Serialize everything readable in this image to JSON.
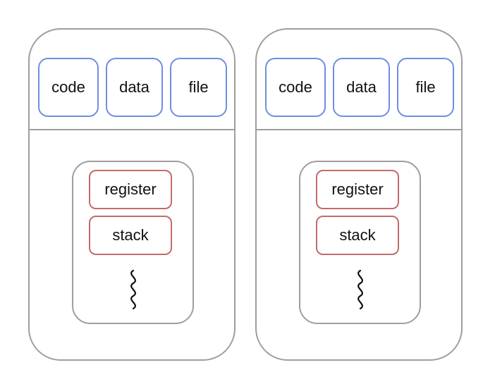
{
  "diagram": {
    "processes": [
      {
        "resources": [
          "code",
          "data",
          "file"
        ],
        "thread": {
          "register_label": "register",
          "stack_label": "stack",
          "icon": "squiggle-icon"
        }
      },
      {
        "resources": [
          "code",
          "data",
          "file"
        ],
        "thread": {
          "register_label": "register",
          "stack_label": "stack",
          "icon": "squiggle-icon"
        }
      }
    ],
    "colors": {
      "process_border": "#9e9e9e",
      "resource_border": "#6f8ee0",
      "thread_slot_border": "#c46a6a",
      "text": "#111111"
    }
  }
}
